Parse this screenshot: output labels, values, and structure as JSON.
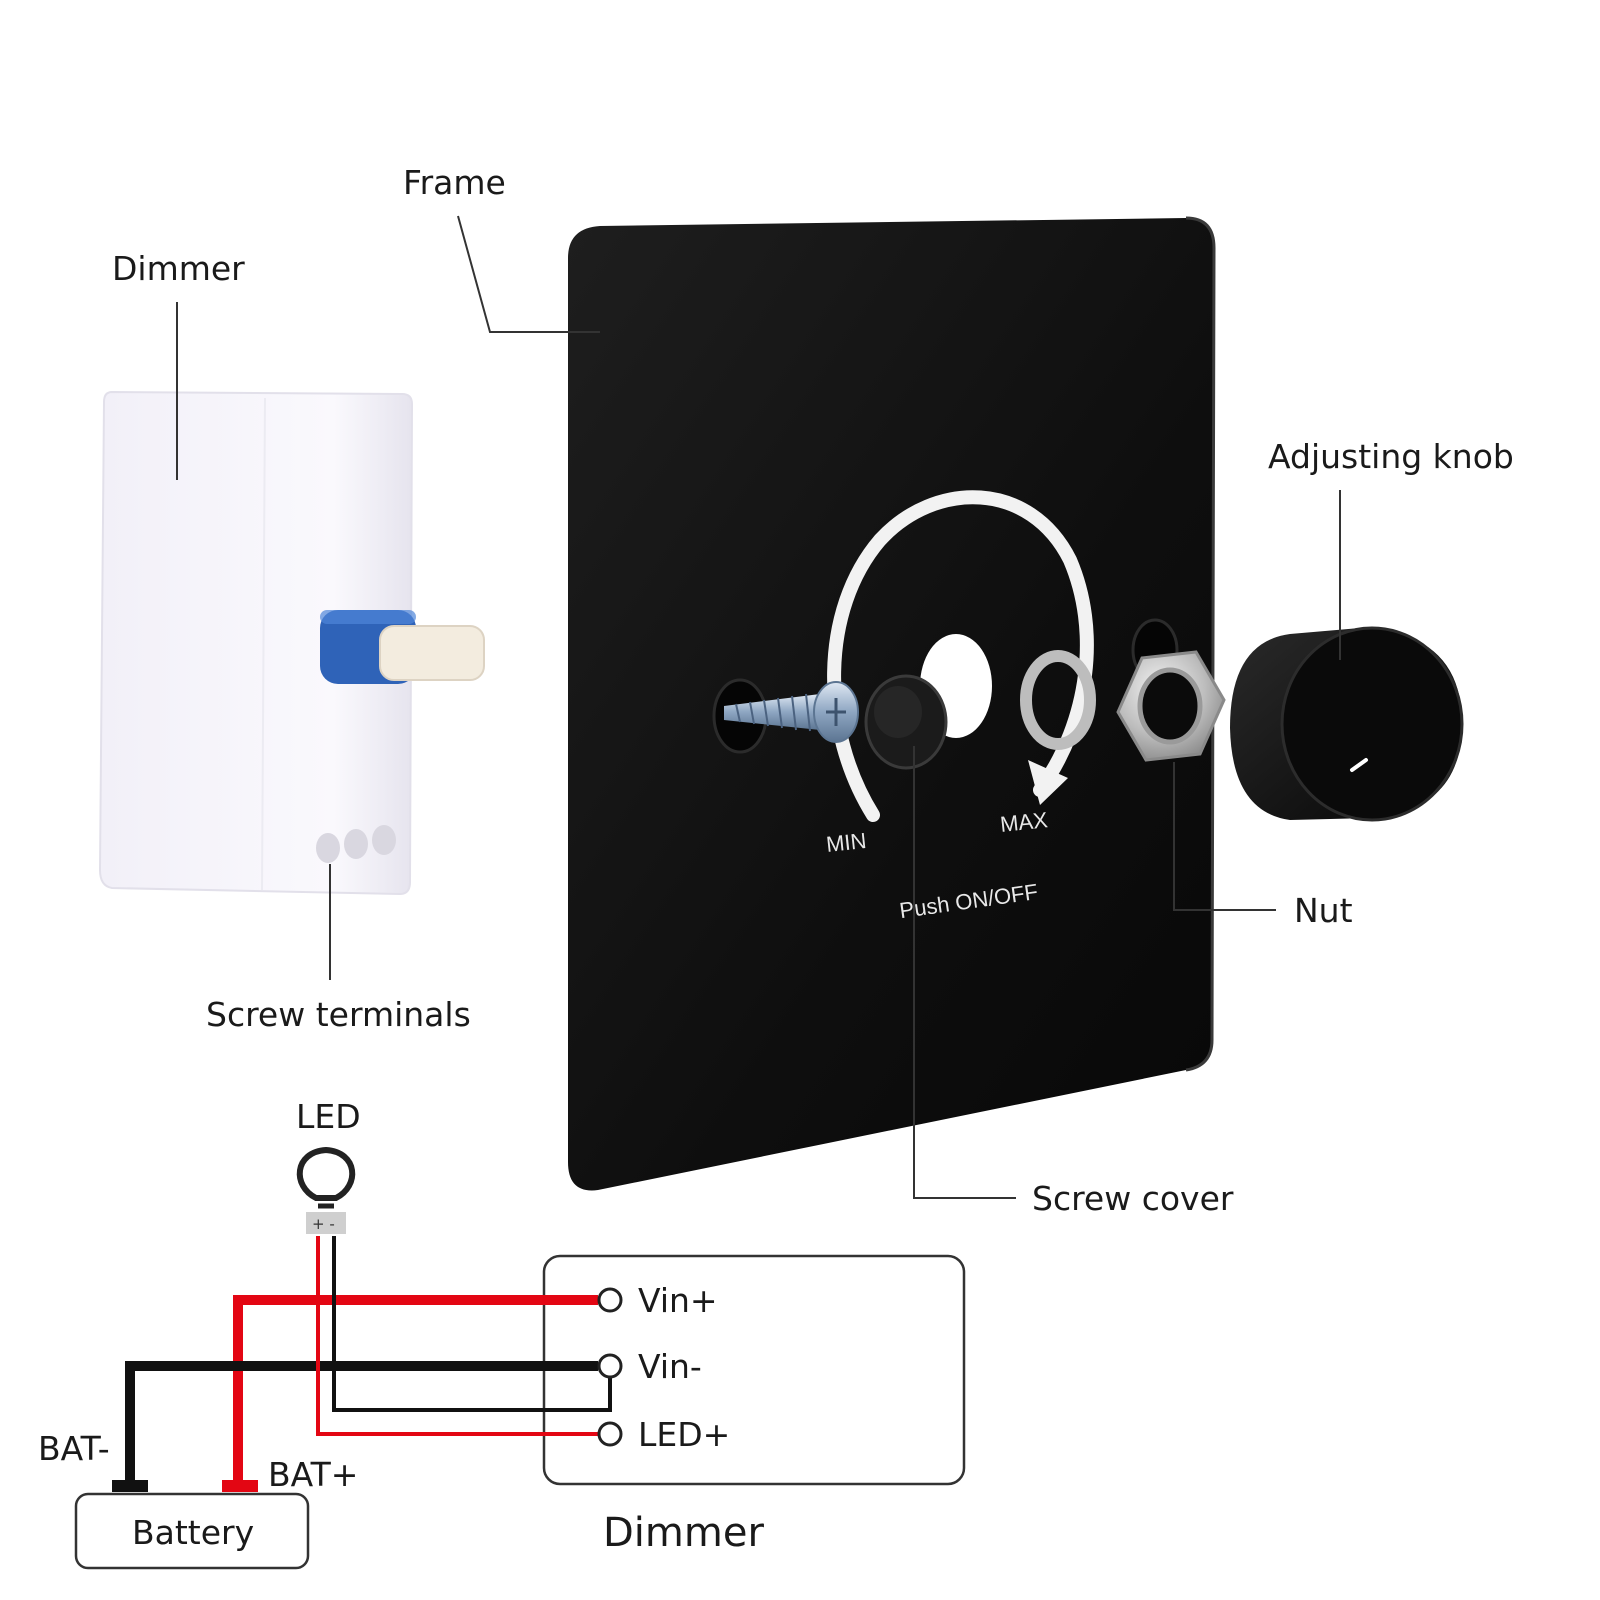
{
  "labels": {
    "frame": "Frame",
    "dimmer": "Dimmer",
    "adjusting_knob": "Adjusting knob",
    "nut": "Nut",
    "screw_terminals": "Screw terminals",
    "screw_cover": "Screw cover"
  },
  "plate": {
    "min": "MIN",
    "max": "MAX",
    "push": "Push ON/OFF"
  },
  "wiring": {
    "led": "LED",
    "led_polarity": "+ -",
    "terminals": [
      "Vin+",
      "Vin-",
      "LED+"
    ],
    "dimmer_label": "Dimmer",
    "battery": "Battery",
    "bat_minus": "BAT-",
    "bat_plus": "BAT+"
  },
  "colors": {
    "positive_wire": "#e30613",
    "negative_wire": "#111111",
    "plate": "#121212",
    "module": "#f3f1f8",
    "shaft_blue": "#2f63b8"
  }
}
